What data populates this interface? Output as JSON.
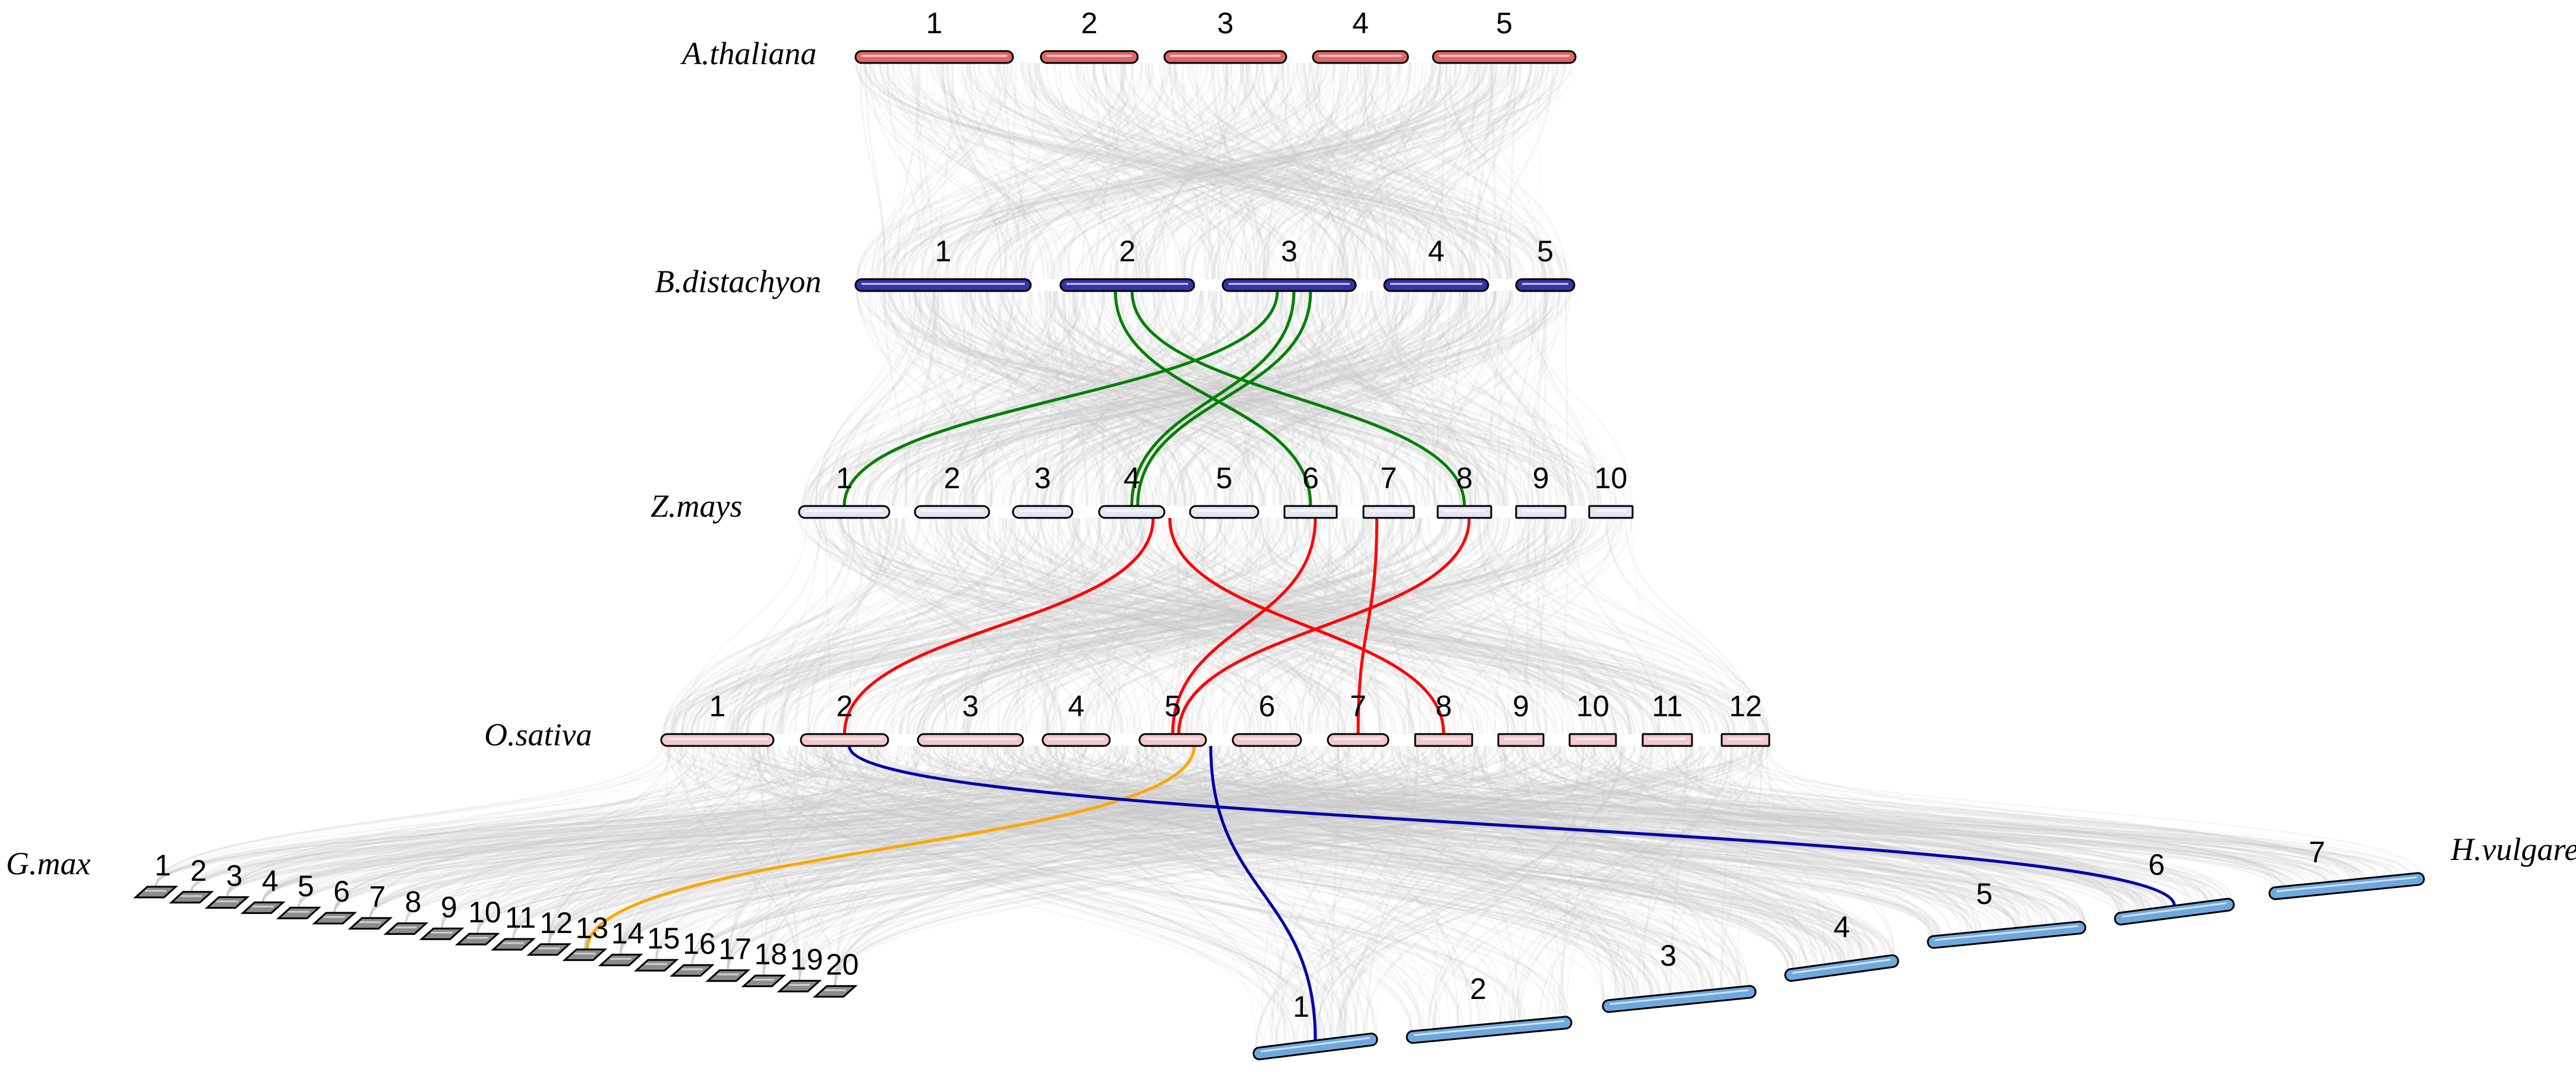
{
  "species": [
    {
      "name": "A.thaliana",
      "color": "#e06666",
      "chromosomes": [
        "1",
        "2",
        "3",
        "4",
        "5"
      ]
    },
    {
      "name": "B.distachyon",
      "color": "#3333aa",
      "chromosomes": [
        "1",
        "2",
        "3",
        "4",
        "5"
      ]
    },
    {
      "name": "Z.mays",
      "color": "#e6e6f2",
      "chromosomes": [
        "1",
        "2",
        "3",
        "4",
        "5",
        "6",
        "7",
        "8",
        "9",
        "10"
      ]
    },
    {
      "name": "O.sativa",
      "color": "#f4c8cf",
      "chromosomes": [
        "1",
        "2",
        "3",
        "4",
        "5",
        "6",
        "7",
        "8",
        "9",
        "10",
        "11",
        "12"
      ]
    },
    {
      "name": "G.max",
      "color": "#8c8c8c",
      "chromosomes": [
        "1",
        "2",
        "3",
        "4",
        "5",
        "6",
        "7",
        "8",
        "9",
        "10",
        "11",
        "12",
        "13",
        "14",
        "15",
        "16",
        "17",
        "18",
        "19",
        "20"
      ]
    },
    {
      "name": "H.vulgare",
      "color": "#6fa8dc",
      "chromosomes": [
        "1",
        "2",
        "3",
        "4",
        "5",
        "6",
        "7"
      ]
    }
  ],
  "highlight_links": [
    {
      "from": [
        "B.distachyon",
        "2"
      ],
      "to": [
        "Z.mays",
        "6"
      ],
      "color": "#008000"
    },
    {
      "from": [
        "B.distachyon",
        "2"
      ],
      "to": [
        "Z.mays",
        "8"
      ],
      "color": "#008000"
    },
    {
      "from": [
        "B.distachyon",
        "3"
      ],
      "to": [
        "Z.mays",
        "1"
      ],
      "color": "#008000"
    },
    {
      "from": [
        "B.distachyon",
        "3"
      ],
      "to": [
        "Z.mays",
        "4"
      ],
      "color": "#008000"
    },
    {
      "from": [
        "B.distachyon",
        "3"
      ],
      "to": [
        "Z.mays",
        "4"
      ],
      "color": "#008000"
    },
    {
      "from": [
        "Z.mays",
        "4"
      ],
      "to": [
        "O.sativa",
        "2"
      ],
      "color": "#ff0000"
    },
    {
      "from": [
        "Z.mays",
        "4"
      ],
      "to": [
        "O.sativa",
        "8"
      ],
      "color": "#ff0000"
    },
    {
      "from": [
        "Z.mays",
        "6"
      ],
      "to": [
        "O.sativa",
        "5"
      ],
      "color": "#ff0000"
    },
    {
      "from": [
        "Z.mays",
        "7"
      ],
      "to": [
        "O.sativa",
        "7"
      ],
      "color": "#ff0000"
    },
    {
      "from": [
        "Z.mays",
        "8"
      ],
      "to": [
        "O.sativa",
        "5"
      ],
      "color": "#ff0000"
    },
    {
      "from": [
        "O.sativa",
        "5"
      ],
      "to": [
        "G.max",
        "13"
      ],
      "color": "#ffa500"
    },
    {
      "from": [
        "O.sativa",
        "5"
      ],
      "to": [
        "H.vulgare",
        "1"
      ],
      "color": "#0000aa"
    },
    {
      "from": [
        "O.sativa",
        "2"
      ],
      "to": [
        "H.vulgare",
        "6"
      ],
      "color": "#0000aa"
    }
  ]
}
